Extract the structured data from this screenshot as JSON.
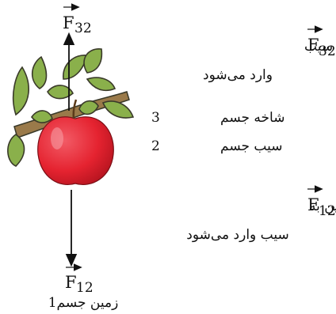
{
  "forces": {
    "top": {
      "symbol": "F",
      "subscript": "32",
      "description_line1": "نیرویی که از طرف شاخه به سیب",
      "description_line2": "وارد می‌شود"
    },
    "bottom": {
      "symbol": "F",
      "subscript": "12",
      "description_line1": "نیرویی که از طرف زمین به",
      "description_line2": "سیب وارد می‌شود"
    }
  },
  "bodies": {
    "branch": {
      "label": "شاخه جسم",
      "number": "3"
    },
    "apple": {
      "label": "سیب جسم",
      "number": "2"
    },
    "earth": {
      "label": "زمین جسم1"
    }
  },
  "colors": {
    "apple": "#e52330",
    "apple_highlight": "#f25b66",
    "leaf": "#8ab04b",
    "leaf_outline": "#3a3a2a",
    "branch": "#9a7a4a",
    "arrow": "#111111"
  }
}
